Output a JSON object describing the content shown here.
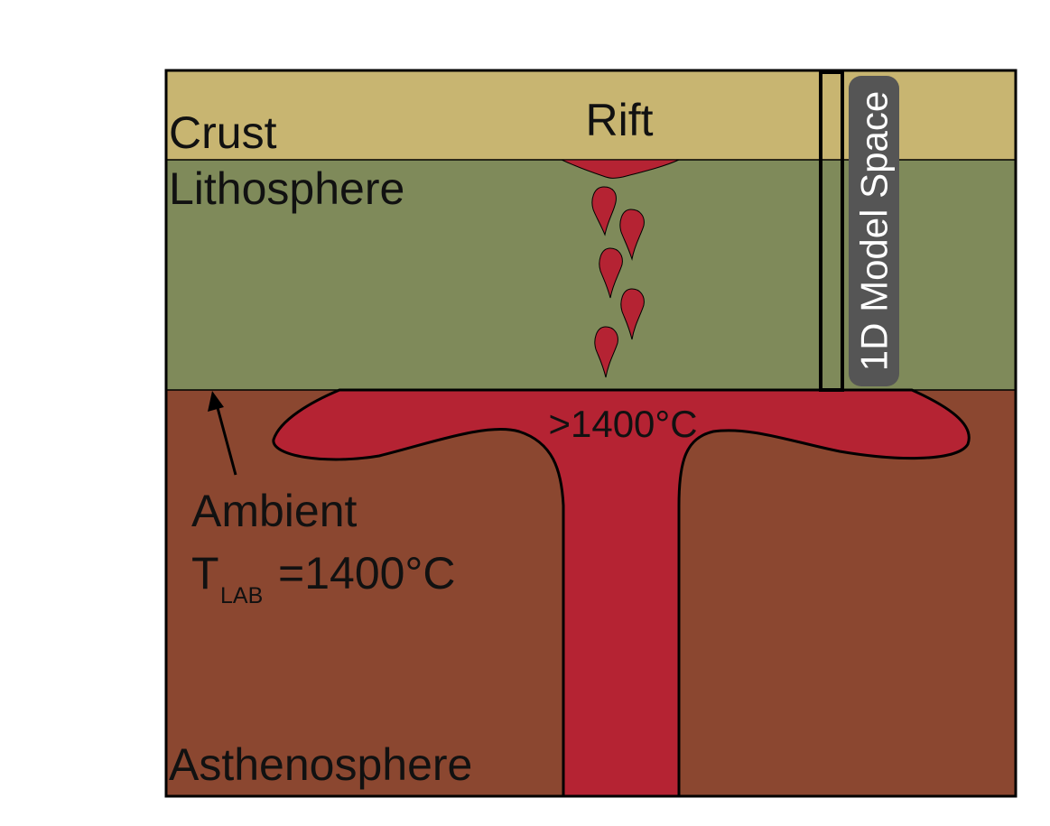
{
  "diagram": {
    "labels": {
      "crust": "Crust",
      "lithosphere": "Lithosphere",
      "asthenosphere": "Asthenosphere",
      "rift": "Rift",
      "plume_temp": ">1400°C",
      "ambient": "Ambient",
      "tlab_t": "T",
      "tlab_sub": "LAB",
      "tlab_value": "=1400°C",
      "model_space": "1D Model Space"
    },
    "colors": {
      "crust": "#c8b571",
      "lithosphere": "#7f8a5a",
      "asthenosphere": "#8b4730",
      "melt": "#b52333",
      "model_box": "#555555",
      "outline": "#000000"
    }
  }
}
